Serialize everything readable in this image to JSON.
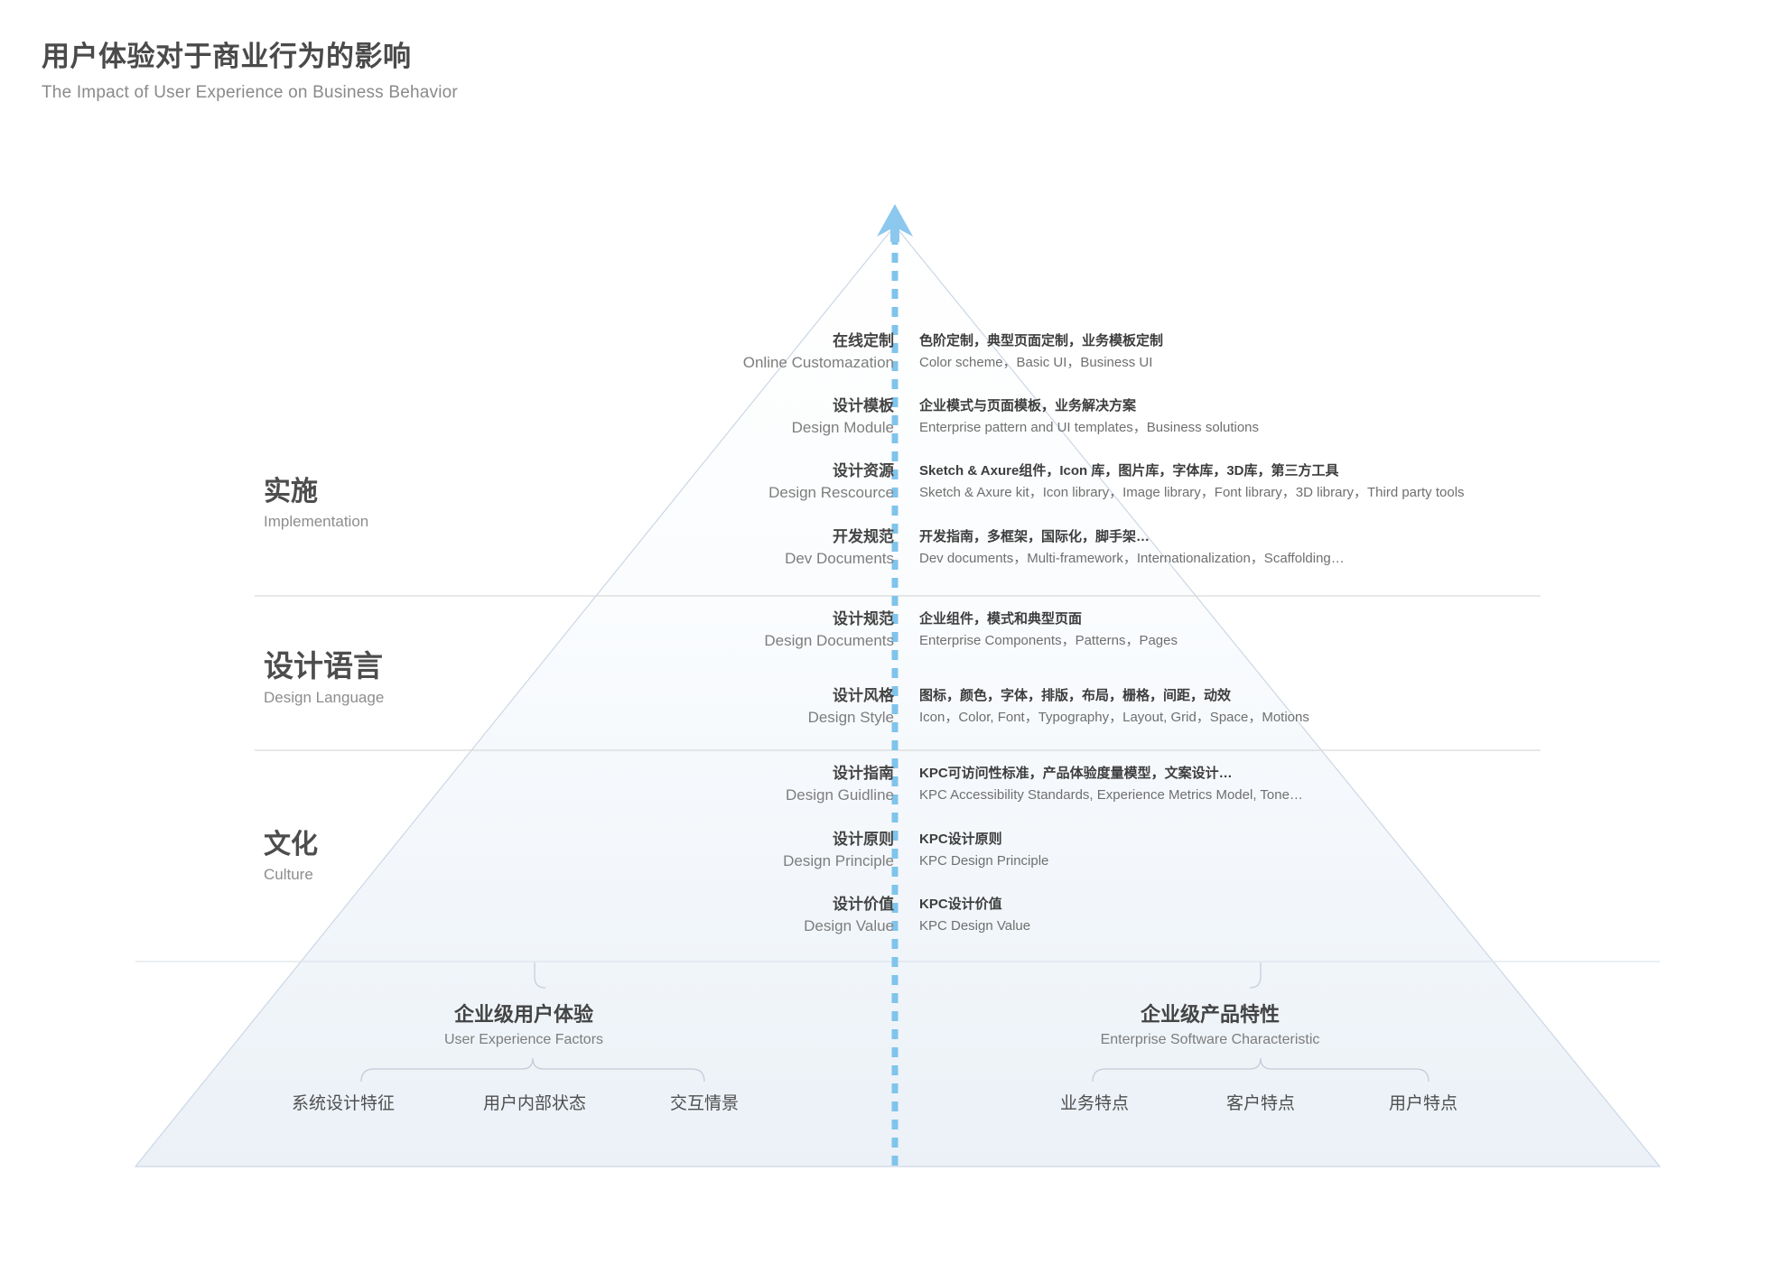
{
  "header": {
    "title_cn": "用户体验对于商业行为的影响",
    "title_en": "The Impact of User Experience on Business Behavior"
  },
  "colors": {
    "arrow": "#8CC8EE",
    "axis_dashed": "#7FC4EC",
    "pyramid_fill_top": "#FDFEFF",
    "pyramid_fill_bottom": "#EDF2F8",
    "pyramid_stroke": "#C9D6E4",
    "divider": "#D8D8D8",
    "bracket": "#C3CBD8",
    "text_dark": "#444444",
    "text_mid": "#7D7D7D"
  },
  "tiers": [
    {
      "name_cn": "实施",
      "name_en": "Implementation"
    },
    {
      "name_cn": "设计语言",
      "name_en": "Design Language"
    },
    {
      "name_cn": "文化",
      "name_en": "Culture"
    }
  ],
  "rows": [
    {
      "label_cn": "在线定制",
      "label_en": "Online Customazation",
      "desc_cn": "色阶定制，典型页面定制，业务模板定制",
      "desc_en": "Color scheme，Basic UI，Business UI"
    },
    {
      "label_cn": "设计模板",
      "label_en": "Design Module",
      "desc_cn": "企业模式与页面模板，业务解决方案",
      "desc_en": "Enterprise pattern and UI templates，Business solutions"
    },
    {
      "label_cn": "设计资源",
      "label_en": "Design Rescource",
      "desc_cn": "Sketch & Axure组件，Icon 库，图片库，字体库，3D库，第三方工具",
      "desc_en": "Sketch & Axure kit，Icon library，Image library，Font library，3D library，Third party tools"
    },
    {
      "label_cn": "开发规范",
      "label_en": "Dev Documents",
      "desc_cn": "开发指南，多框架，国际化，脚手架…",
      "desc_en": "Dev documents，Multi-framework，Internationalization，Scaffolding…"
    },
    {
      "label_cn": "设计规范",
      "label_en": "Design Documents",
      "desc_cn": "企业组件，模式和典型页面",
      "desc_en": "Enterprise Components，Patterns，Pages"
    },
    {
      "label_cn": "设计风格",
      "label_en": "Design Style",
      "desc_cn": "图标，颜色，字体，排版，布局，栅格，间距，动效",
      "desc_en": "Icon，Color, Font，Typography，Layout, Grid，Space，Motions"
    },
    {
      "label_cn": "设计指南",
      "label_en": "Design Guidline",
      "desc_cn": "KPC可访问性标准，产品体验度量模型，文案设计…",
      "desc_en": "KPC Accessibility Standards, Experience Metrics Model, Tone…"
    },
    {
      "label_cn": "设计原则",
      "label_en": "Design Principle",
      "desc_cn": "KPC设计原则",
      "desc_en": "KPC Design Principle"
    },
    {
      "label_cn": "设计价值",
      "label_en": "Design Value",
      "desc_cn": "KPC设计价值",
      "desc_en": "KPC Design Value"
    }
  ],
  "groups": {
    "left": {
      "title_cn": "企业级用户体验",
      "title_en": "User Experience Factors",
      "leaves": [
        "系统设计特征",
        "用户内部状态",
        "交互情景"
      ]
    },
    "right": {
      "title_cn": "企业级产品特性",
      "title_en": "Enterprise Software Characteristic",
      "leaves": [
        "业务特点",
        "客户特点",
        "用户特点"
      ]
    }
  }
}
